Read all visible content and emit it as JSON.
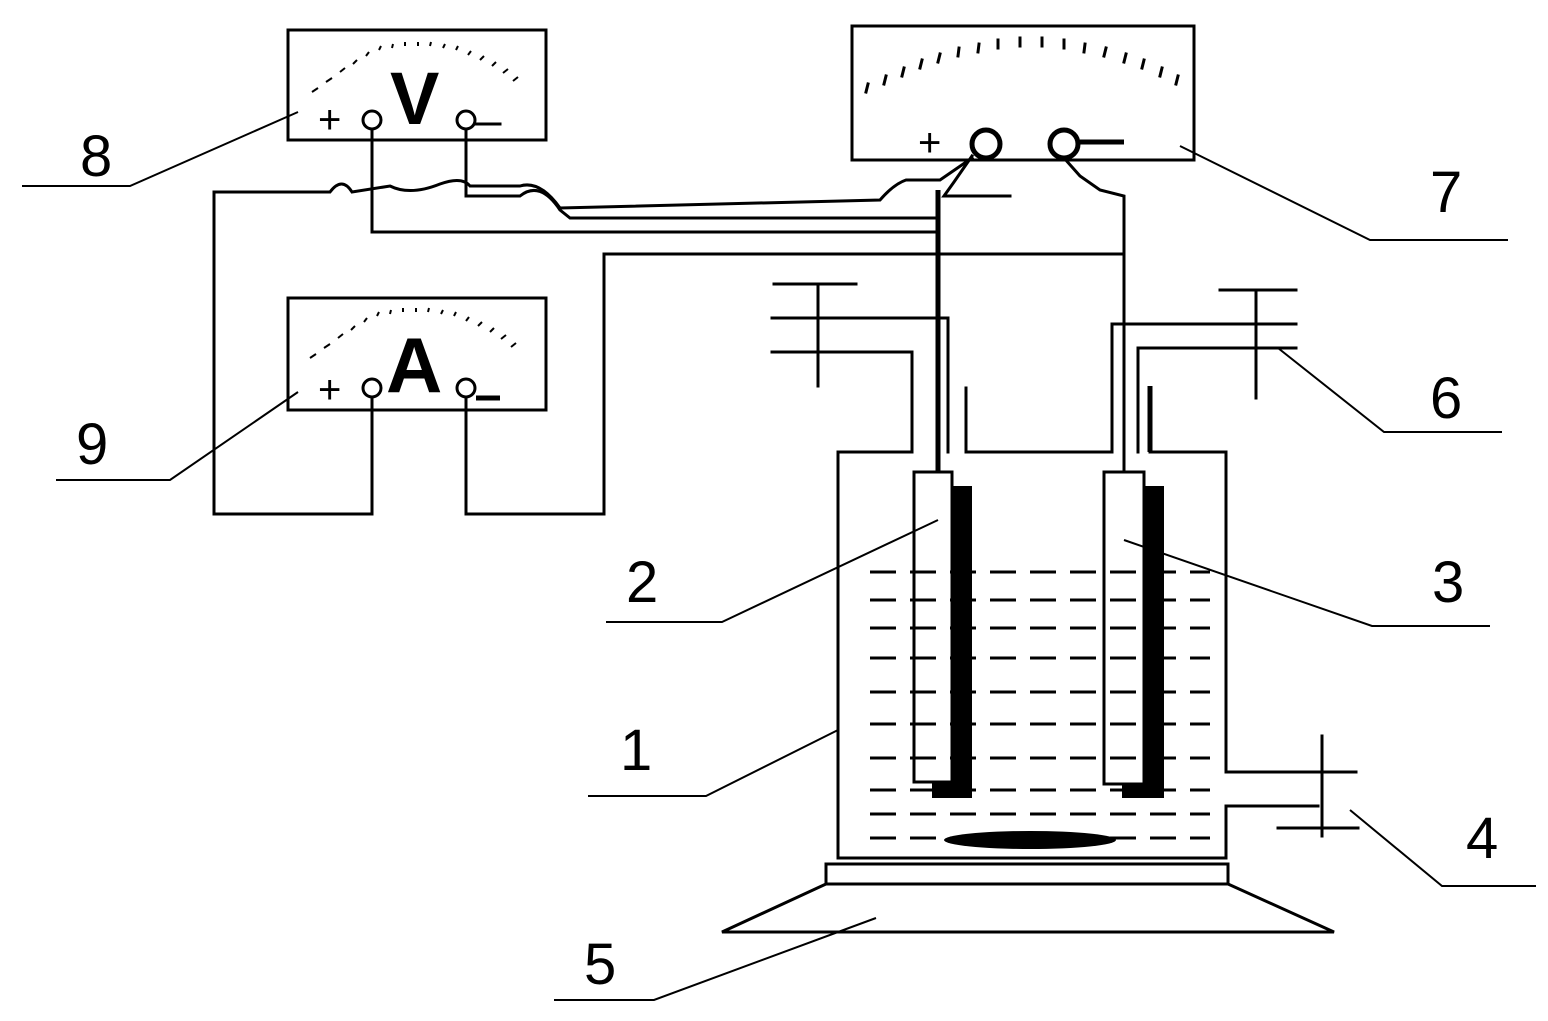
{
  "labels": {
    "n1": "1",
    "n2": "2",
    "n3": "3",
    "n4": "4",
    "n5": "5",
    "n6": "6",
    "n7": "7",
    "n8": "8",
    "n9": "9"
  },
  "voltmeter": {
    "symbol": "V",
    "plus": "+",
    "minus": "−"
  },
  "ammeter": {
    "symbol": "A",
    "plus": "+",
    "minus": "−"
  },
  "meter7": {
    "plus": "+",
    "minus": "−"
  }
}
